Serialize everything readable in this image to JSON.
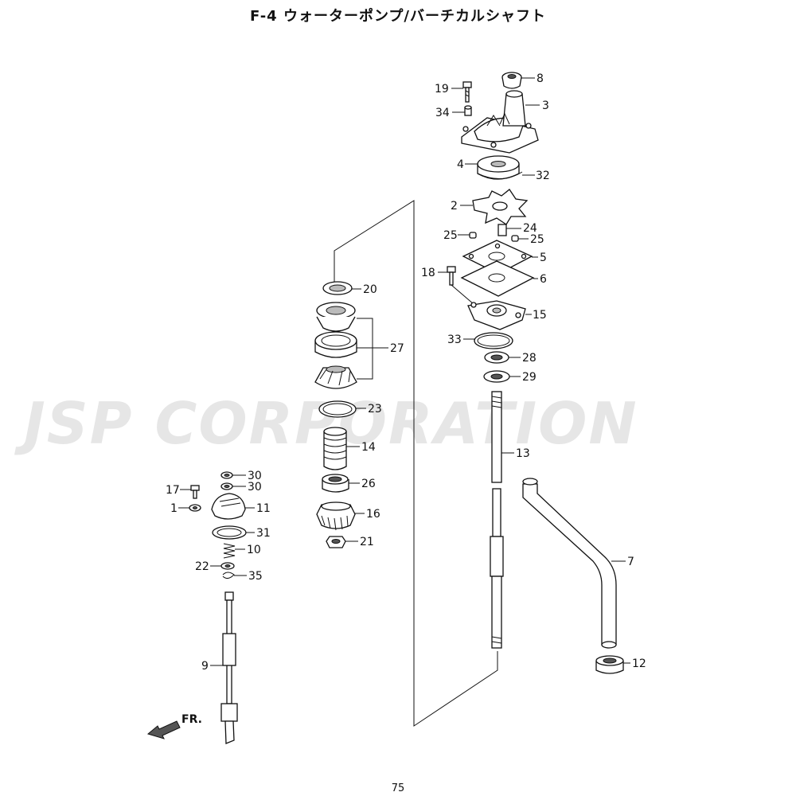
{
  "title": "F-4 ウォーターポンプ/バーチカルシャフト",
  "watermark": "JSP CORPORATION",
  "page_number": "75",
  "front_marker": "FR.",
  "part_labels": {
    "p1": "1",
    "p2": "2",
    "p3": "3",
    "p4": "4",
    "p5": "5",
    "p6": "6",
    "p7": "7",
    "p8": "8",
    "p9": "9",
    "p10": "10",
    "p11": "11",
    "p12": "12",
    "p13": "13",
    "p14": "14",
    "p15": "15",
    "p16": "16",
    "p17": "17",
    "p18": "18",
    "p19": "19",
    "p20": "20",
    "p21": "21",
    "p22": "22",
    "p23": "23",
    "p24": "24",
    "p25a": "25",
    "p25b": "25",
    "p26": "26",
    "p27": "27",
    "p28": "28",
    "p29": "29",
    "p30a": "30",
    "p30b": "30",
    "p31": "31",
    "p32": "32",
    "p33": "33",
    "p34": "34",
    "p35": "35"
  }
}
